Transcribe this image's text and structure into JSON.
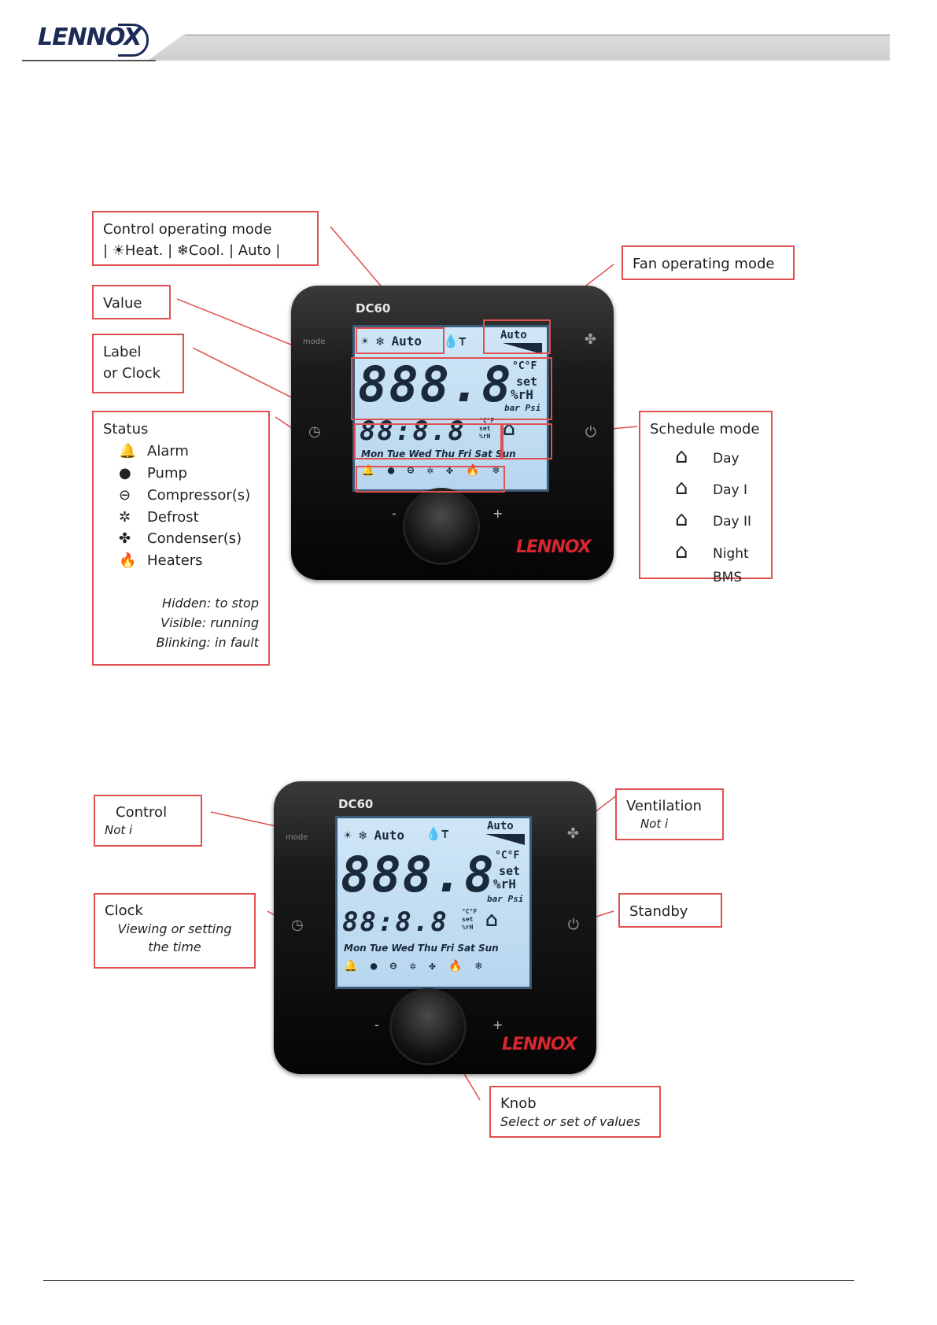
{
  "header": {
    "logo_text": "LENNOX"
  },
  "device": {
    "model": "DC60",
    "mode_label": "mode",
    "brand": "LENNOX",
    "minus": "-",
    "plus": "+",
    "lcd": {
      "mode_icons": "☀ ❄ Auto",
      "drop_tap": "💧⊤",
      "fan_auto": "Auto",
      "big_value": "888.8",
      "units_top": "°C°F",
      "units_set": "set",
      "units_rh": "%rH",
      "units_bar": "bar Psi",
      "clock_value": "88:8.8",
      "clock_units": "°C°F set %rH",
      "days": "Mon Tue Wed Thu Fri Sat Sun",
      "status_icons": "🔔 ● ⊖ ✲ ✤ 🔥 ❄"
    }
  },
  "diagram1": {
    "control_mode": {
      "title": "Control operating mode",
      "line2": "| ☀Heat. | ❄Cool. | Auto |"
    },
    "fan_mode": {
      "title": "Fan operating mode"
    },
    "value": {
      "title": "Value"
    },
    "label_clock": {
      "line1": "Label",
      "line2": "or Clock"
    },
    "status": {
      "title": "Status",
      "items": [
        {
          "icon": "🔔",
          "label": "Alarm"
        },
        {
          "icon": "●",
          "label": "Pump"
        },
        {
          "icon": "⊖",
          "label": "Compressor(s)"
        },
        {
          "icon": "✲",
          "label": "Defrost"
        },
        {
          "icon": "✤",
          "label": "Condenser(s)"
        },
        {
          "icon": "🔥",
          "label": "Heaters"
        }
      ],
      "note1": "Hidden: to stop",
      "note2": "Visible: running",
      "note3": "Blinking: in fault"
    },
    "schedule": {
      "title": "Schedule mode",
      "items": [
        {
          "icon": "⌂",
          "label": "Day"
        },
        {
          "icon": "⌂",
          "label": "Day I"
        },
        {
          "icon": "⌂",
          "label": "Day II"
        },
        {
          "icon": "⌂",
          "label": "Night"
        }
      ],
      "bms": "BMS"
    }
  },
  "diagram2": {
    "control": {
      "title": "Control",
      "sub": "Not i"
    },
    "ventilation": {
      "title": "Ventilation",
      "sub": "Not i"
    },
    "clock": {
      "title": "Clock",
      "sub1": "Viewing or setting",
      "sub2": "the time"
    },
    "standby": {
      "title": "Standby"
    },
    "knob": {
      "title": "Knob",
      "sub": "Select or set of values"
    }
  }
}
